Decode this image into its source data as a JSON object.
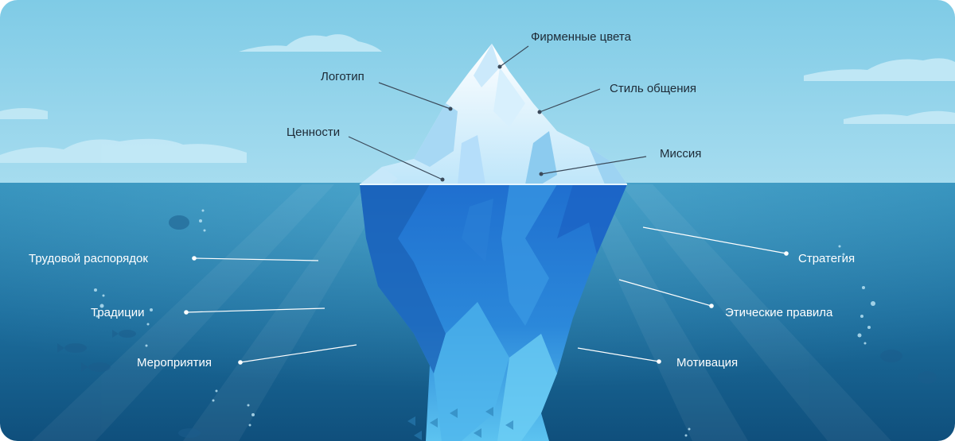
{
  "colors": {
    "sky_top": "#7fcbe6",
    "sky_bottom": "#a6dcef",
    "water_top": "#2f8db8",
    "water_bottom": "#0f4f7c",
    "ice_light": "#eaf7ff",
    "ice_mid": "#9fd6f5",
    "ice_deep": "#1565c0",
    "leader_above": "#3b4a5a",
    "leader_below": "#ffffff"
  },
  "above_water": {
    "brand_colors": "Фирменные цвета",
    "logo": "Логотип",
    "communication_style": "Стиль общения",
    "values": "Ценности",
    "mission": "Миссия"
  },
  "below_water": {
    "work_schedule": "Трудовой распорядок",
    "strategy": "Стратегия",
    "traditions": "Традиции",
    "ethics": "Этические правила",
    "events": "Мероприятия",
    "motivation": "Мотивация"
  }
}
